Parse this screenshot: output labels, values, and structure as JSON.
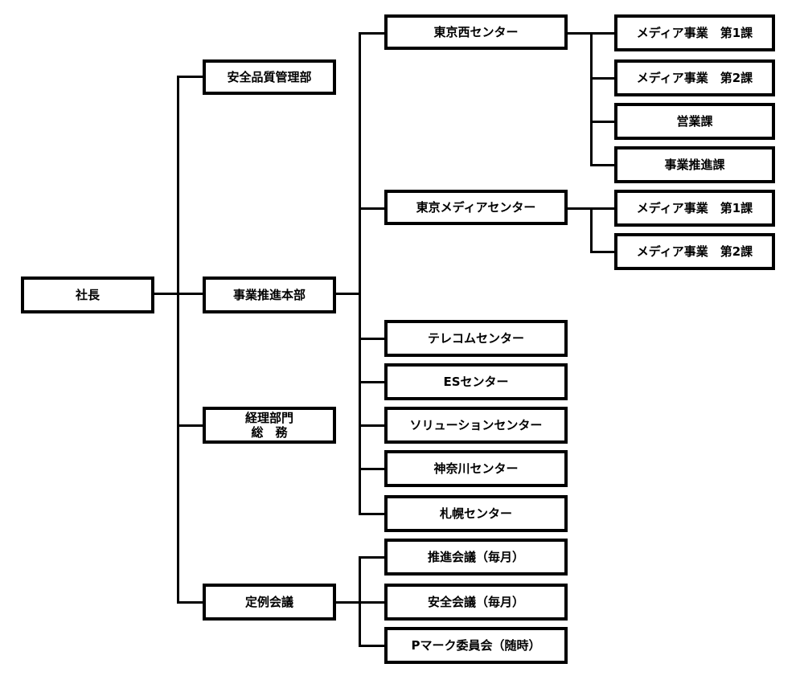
{
  "org_chart": {
    "root": "社長",
    "divisions": {
      "safety_quality": "安全品質管理部",
      "business_promotion_hq": "事業推進本部",
      "accounting_general": "経理部門\n総　務",
      "regular_meeting": "定例会議"
    },
    "centers": {
      "tokyo_west": "東京西センター",
      "tokyo_media": "東京メディアセンター",
      "telecom": "テレコムセンター",
      "es": "ESセンター",
      "solution": "ソリューションセンター",
      "kanagawa": "神奈川センター",
      "sapporo": "札幌センター"
    },
    "tokyo_west_sections": [
      "メディア事業　第1課",
      "メディア事業　第2課",
      "営業課",
      "事業推進課"
    ],
    "tokyo_media_sections": [
      "メディア事業　第1課",
      "メディア事業　第2課"
    ],
    "meetings": [
      "推進会議（毎月）",
      "安全会議（毎月）",
      "Pマーク委員会（随時）"
    ]
  }
}
